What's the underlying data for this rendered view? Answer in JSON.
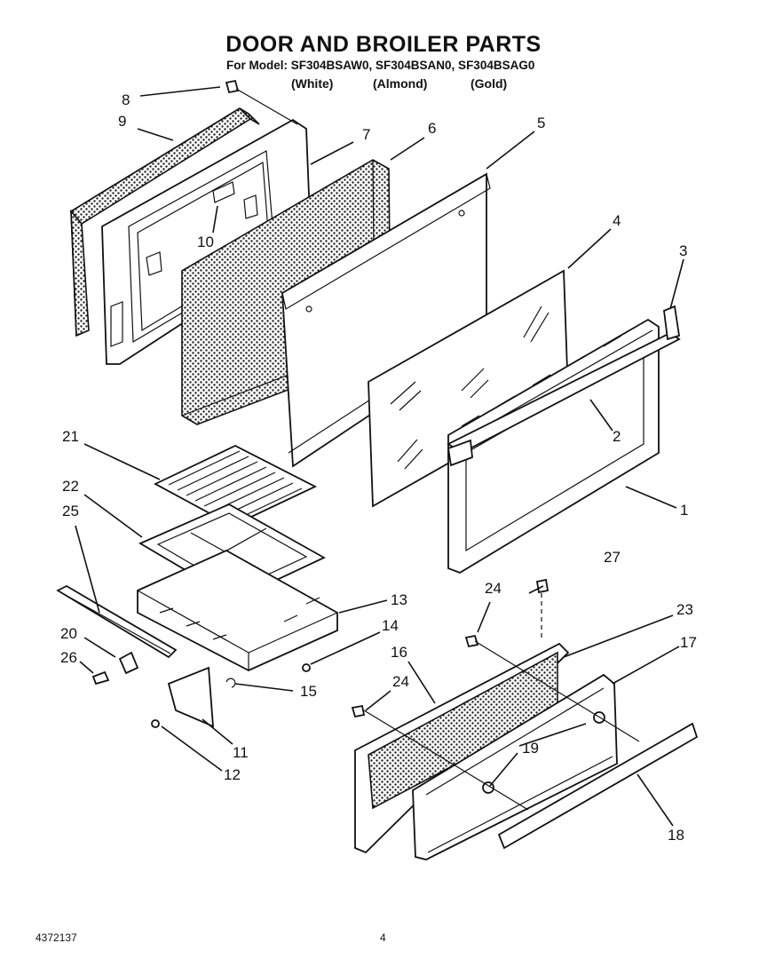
{
  "header": {
    "title": "DOOR AND BROILER PARTS",
    "models": "For Model: SF304BSAW0, SF304BSAN0, SF304BSAG0",
    "variants": [
      "(White)",
      "(Almond)",
      "(Gold)"
    ]
  },
  "callouts": [
    "1",
    "2",
    "3",
    "4",
    "5",
    "6",
    "7",
    "8",
    "9",
    "10",
    "11",
    "12",
    "13",
    "14",
    "15",
    "16",
    "17",
    "18",
    "19",
    "20",
    "21",
    "22",
    "23",
    "24",
    "24",
    "25",
    "26",
    "27"
  ],
  "footer": {
    "doc_number": "4372137",
    "page_number": "4"
  }
}
